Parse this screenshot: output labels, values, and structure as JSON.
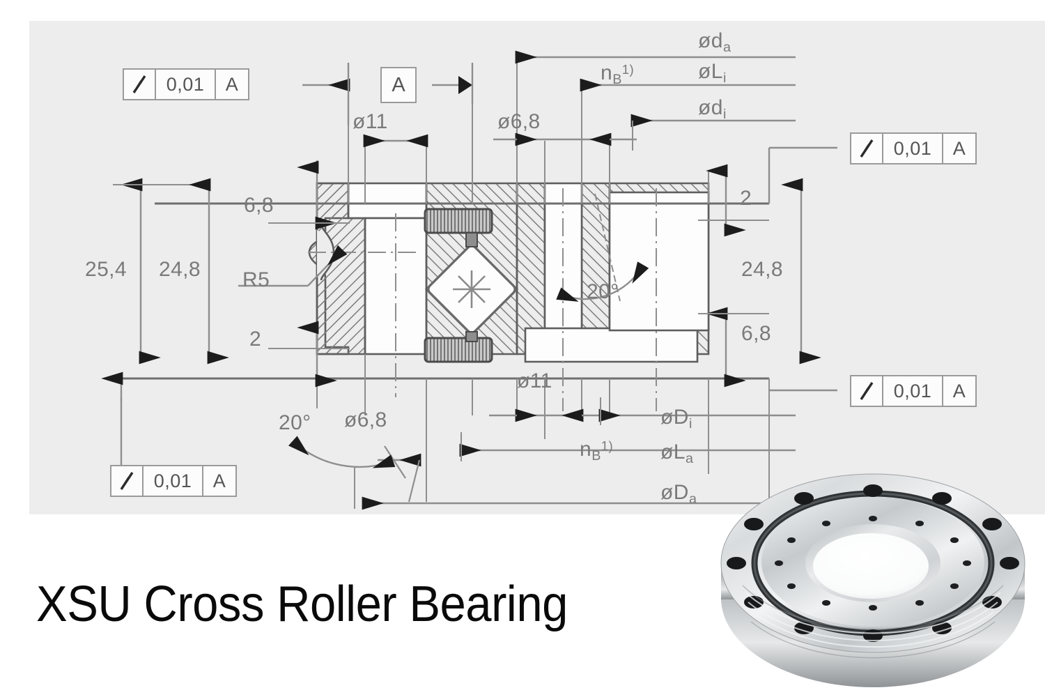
{
  "title": "XSU Cross Roller Bearing",
  "drawing": {
    "background_color": "#ededed",
    "line_color": "#6e6e6e",
    "text_color": "#7a7a7a",
    "tolerance_frames": [
      {
        "id": "tol-top-left",
        "symbol": "runout-slash",
        "tolerance": "0,01",
        "datum": "A"
      },
      {
        "id": "tol-right-upper",
        "symbol": "runout-slash",
        "tolerance": "0,01",
        "datum": "A"
      },
      {
        "id": "tol-right-lower",
        "symbol": "runout-slash",
        "tolerance": "0,01",
        "datum": "A"
      },
      {
        "id": "tol-bottom-left",
        "symbol": "runout-slash",
        "tolerance": "0,01",
        "datum": "A"
      }
    ],
    "datum_label": "A",
    "dimensions": {
      "top": [
        {
          "name": "od-a",
          "text": "ød",
          "sub": "a"
        },
        {
          "name": "nb-1-top",
          "text": "n",
          "sub": "B",
          "sup": "1)"
        },
        {
          "name": "oL-i",
          "text": "øL",
          "sub": "i"
        },
        {
          "name": "od-i",
          "text": "ød",
          "sub": "i"
        },
        {
          "name": "o11-top",
          "text": "ø11"
        },
        {
          "name": "o68-top",
          "text": "ø6,8"
        }
      ],
      "left": [
        {
          "name": "dim-25-4",
          "text": "25,4"
        },
        {
          "name": "dim-24-8-left",
          "text": "24,8"
        },
        {
          "name": "dim-6-8-left",
          "text": "6,8"
        },
        {
          "name": "dim-r5",
          "text": "R5"
        },
        {
          "name": "dim-2-left",
          "text": "2"
        }
      ],
      "right": [
        {
          "name": "dim-2-right",
          "text": "2"
        },
        {
          "name": "dim-24-8-right",
          "text": "24,8"
        },
        {
          "name": "dim-6-8-right",
          "text": "6,8"
        }
      ],
      "bottom": [
        {
          "name": "o11-bottom",
          "text": "ø11"
        },
        {
          "name": "oD-i",
          "text": "øD",
          "sub": "i"
        },
        {
          "name": "nb-1-bottom",
          "text": "n",
          "sub": "B",
          "sup": "1)"
        },
        {
          "name": "oL-a",
          "text": "øL",
          "sub": "a"
        },
        {
          "name": "oD-a",
          "text": "øD",
          "sub": "a"
        },
        {
          "name": "o68-bottom",
          "text": "ø6,8"
        },
        {
          "name": "angle-20-bottom",
          "text": "20°"
        }
      ],
      "interior": [
        {
          "name": "angle-20-right",
          "text": "20°"
        }
      ]
    },
    "labels": {
      "od_a": "ød",
      "od_a_sub": "a",
      "nB": "n",
      "nB_sub": "B",
      "nB_sup": "1)",
      "oL_i": "øL",
      "oL_i_sub": "i",
      "od_i": "ød",
      "od_i_sub": "i",
      "oD_i": "øD",
      "oD_i_sub": "i",
      "oL_a": "øL",
      "oL_a_sub": "a",
      "oD_a": "øD",
      "oD_a_sub": "a",
      "o11": "ø11",
      "o68": "ø6,8",
      "d25_4": "25,4",
      "d24_8": "24,8",
      "d6_8": "6,8",
      "d2": "2",
      "r5": "R5",
      "a20": "20°",
      "tol_value": "0,01",
      "datum": "A"
    }
  },
  "photo": {
    "alt_name": "cross-roller-bearing-ring",
    "body_color": "#cfd2d4",
    "highlight_color": "#f4f5f6",
    "shadow_color": "#8d9194",
    "raceway_color": "#3a3d3f",
    "bolt_hole_color": "#1b1d1f",
    "bolt_hole_count": 12,
    "small_hole_count": 12
  }
}
